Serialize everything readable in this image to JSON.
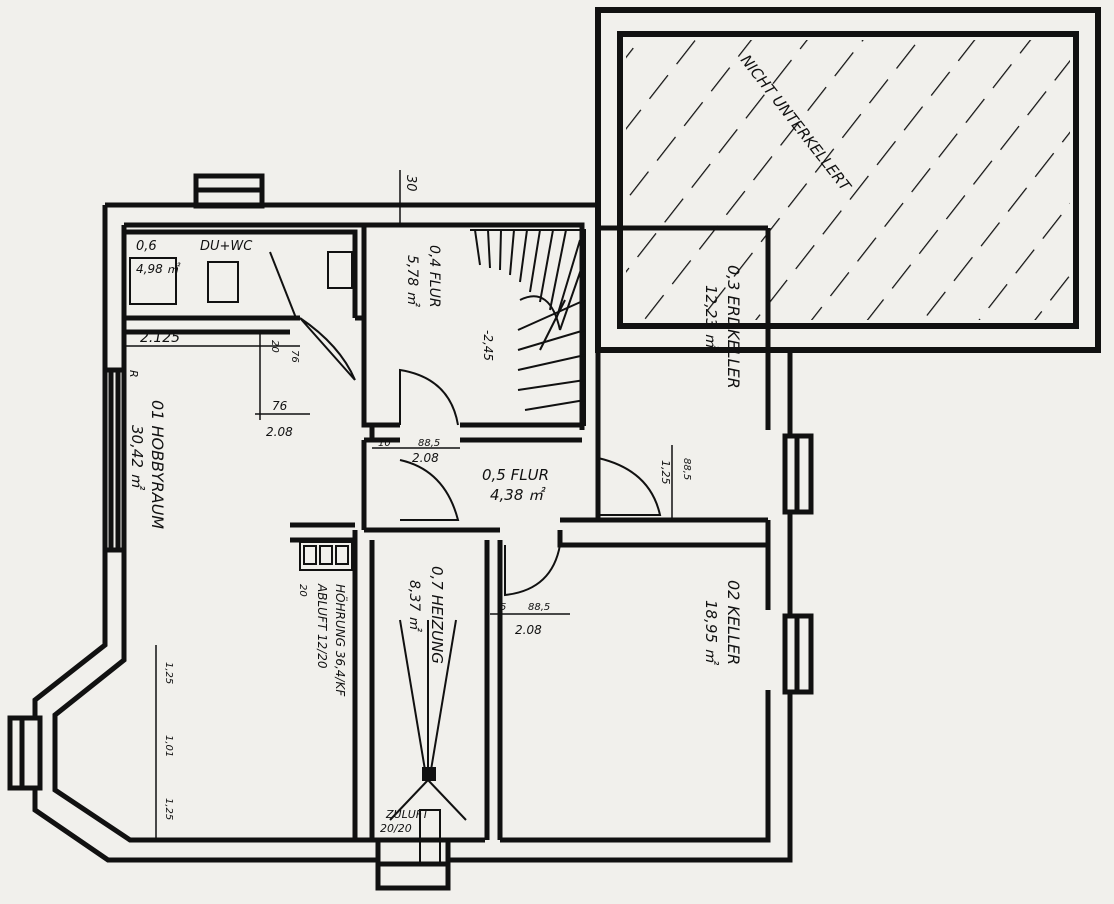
{
  "rooms": {
    "hobby": {
      "number": "01 HOBBYRAUM",
      "area": "30,42 ㎡"
    },
    "keller": {
      "number": "02 KELLER",
      "area": "18,95 ㎡"
    },
    "erdkeller": {
      "number": "0,3 ERDKELLER",
      "area": "12,23 ㎡"
    },
    "flur4": {
      "number": "0,4 FLUR",
      "area": "5,78 ㎡"
    },
    "flur5": {
      "number": "0,5 FLUR",
      "area": "4,38 ㎡"
    },
    "dusche": {
      "number": "0,6",
      "area": "4,98 ㎡",
      "name": "DU+WC"
    },
    "heizung": {
      "number": "0,7 HEIZUNG",
      "area": "8,37 ㎡"
    },
    "unterkellert": {
      "text": "NICHT UNTERKELLERT"
    }
  },
  "dimensions": {
    "wall_top": "30",
    "hobby_width": "2.125",
    "door_76": "76",
    "door_208_a": "2.08",
    "door_208_b": "2.08",
    "door_208_c": "2.08",
    "stair": "-2,45",
    "d_885": "88,5",
    "d_10": "10",
    "d_885_b": "88,5",
    "d_125": "1,25",
    "d_885_c": "88,5",
    "d_5": "5",
    "bay_1": "1,25",
    "bay_2": "1,01",
    "bay_3": "1,25",
    "small_a": "20",
    "small_b": "76",
    "r_mark": "R"
  },
  "notes": {
    "heizung_vent": "HÖHRUNG 36,4/KF",
    "heizung_vent2": "ABLUFT 12/20",
    "heizung_vent3": "20",
    "zuluft": "ZULUFT",
    "zuluft_size": "20/20"
  }
}
